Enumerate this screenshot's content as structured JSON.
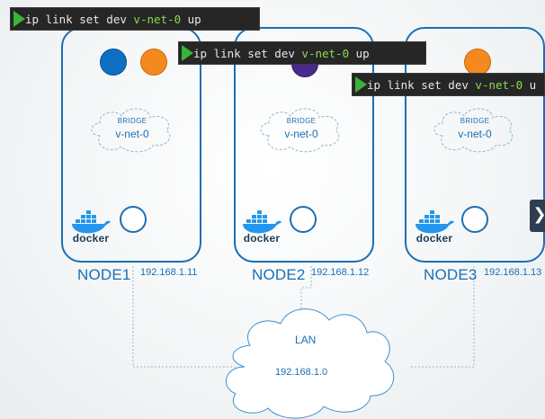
{
  "terminals": [
    {
      "prefix": "ip link set dev ",
      "arg": "v-net-0",
      "suffix": " up"
    },
    {
      "prefix": "ip link set dev ",
      "arg": "v-net-0",
      "suffix": " up"
    },
    {
      "prefix": "ip link set dev ",
      "arg": "v-net-0",
      "suffix": " u"
    }
  ],
  "nodes": [
    {
      "label": "NODE1",
      "ip": "192.168.1.11",
      "bridge_title": "BRIDGE",
      "bridge_name": "v-net-0",
      "docker_text": "docker"
    },
    {
      "label": "NODE2",
      "ip": "192.168.1.12",
      "bridge_title": "BRIDGE",
      "bridge_name": "v-net-0",
      "docker_text": "docker"
    },
    {
      "label": "NODE3",
      "ip": "192.168.1.13",
      "bridge_title": "BRIDGE",
      "bridge_name": "v-net-0",
      "docker_text": "docker"
    }
  ],
  "lan": {
    "label": "LAN",
    "subnet": "192.168.1.0"
  },
  "colors": {
    "accent": "#1a6fb4",
    "container_blue": "#0f6fc4",
    "container_orange": "#f48a1e",
    "container_purple": "#4b2a8f",
    "terminal_bg": "#262626",
    "terminal_arg": "#8ad94f",
    "play_icon": "#3ab33a"
  },
  "icons": {
    "play": "play-icon",
    "docker": "docker-whale-icon",
    "next": "chevron-right-icon"
  }
}
